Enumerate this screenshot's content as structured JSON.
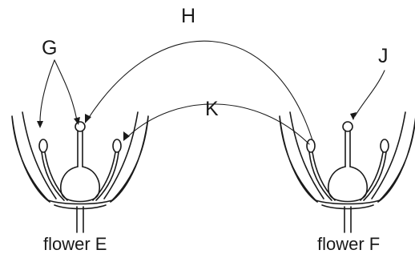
{
  "labels": {
    "G": "G",
    "H": "H",
    "J": "J",
    "K": "K"
  },
  "flowers": {
    "left": "flower E",
    "right": "flower F"
  }
}
